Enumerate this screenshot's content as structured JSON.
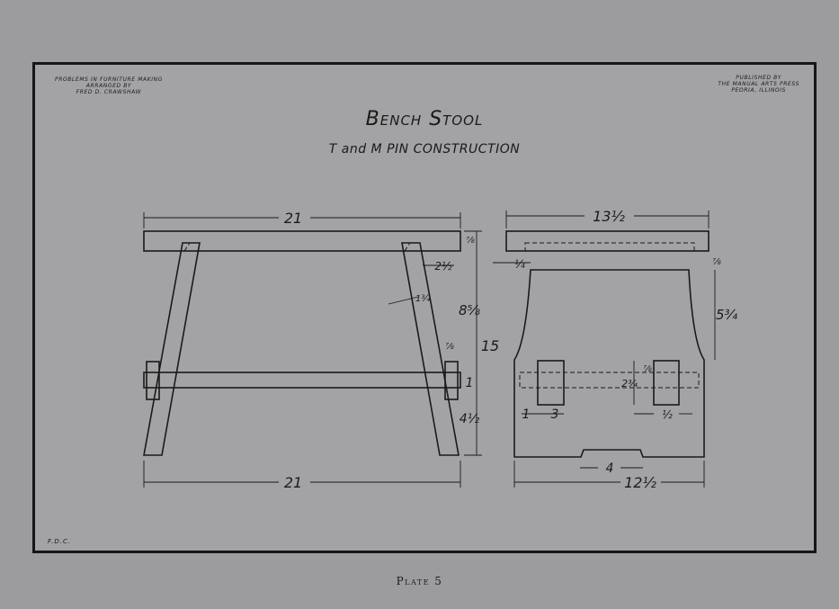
{
  "header": {
    "left_line1": "PROBLEMS IN FURNITURE MAKING",
    "left_line2": "ARRANGED BY",
    "left_line3": "FRED D. CRAWSHAW",
    "right_line1": "PUBLISHED BY",
    "right_line2": "THE MANUAL ARTS PRESS",
    "right_line3": "PEORIA, ILLINOIS"
  },
  "title": "Bench Stool",
  "subtitle": "T and M PIN CONSTRUCTION",
  "initials": "F.D.C.",
  "caption": "Plate 5",
  "dimensions": {
    "front_top_length": "21",
    "front_bottom_length": "21",
    "leg_offset": "2½",
    "leg_width": "1¾",
    "top_thickness": "⅞",
    "rail_thickness": "⅞",
    "upper_height": "8⅝",
    "overall_height": "15",
    "rail_height": "1",
    "foot_height": "4½",
    "end_top_length": "13½",
    "end_bottom_length": "12½",
    "end_inset": "¼",
    "end_top_thickness": "⅞",
    "curve_depth": "5¾",
    "rail_end_width": "1",
    "rail_end_length": "3",
    "pin_height": "2¾",
    "pin_spacing": "⅞",
    "pin_width": "½",
    "cutout_width": "4"
  }
}
